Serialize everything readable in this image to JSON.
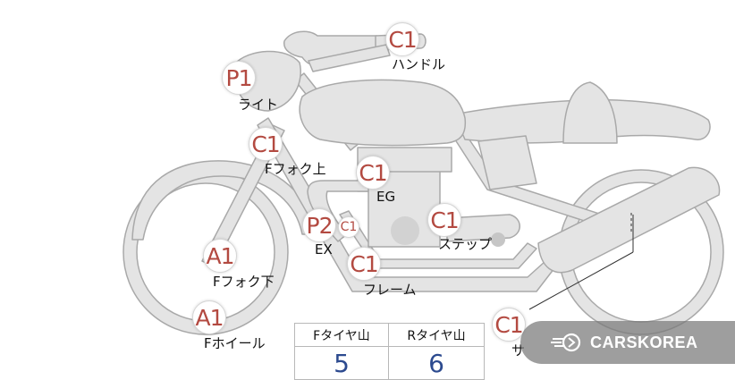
{
  "badges": {
    "handle": "C1",
    "light": "P1",
    "fork_upper": "C1",
    "engine": "C1",
    "exhaust": "P2",
    "exhaust_sub": "C1",
    "step": "C1",
    "frame": "C1",
    "fork_lower": "A1",
    "front_wheel": "A1",
    "rear": "C1"
  },
  "labels": {
    "handle": "ハンドル",
    "light": "ライト",
    "fork_upper": "Fフォク上",
    "engine": "EG",
    "exhaust": "EX",
    "step": "ステップ",
    "frame": "フレーム",
    "fork_lower": "Fフォク下",
    "front_wheel": "Fホイール",
    "rear_partial": "サ"
  },
  "tire_table": {
    "front_header": "Fタイヤ山",
    "rear_header": "Rタイヤ山",
    "front_value": "5",
    "rear_value": "6"
  },
  "watermark": {
    "text": "CARSKOREA",
    "icon": "carskorea-logo-icon"
  },
  "colors": {
    "badge_text": "#b34a41",
    "value_text": "#2c4a8f",
    "bike_fill": "#e4e4e4",
    "bike_stroke": "#a9a9a9"
  }
}
